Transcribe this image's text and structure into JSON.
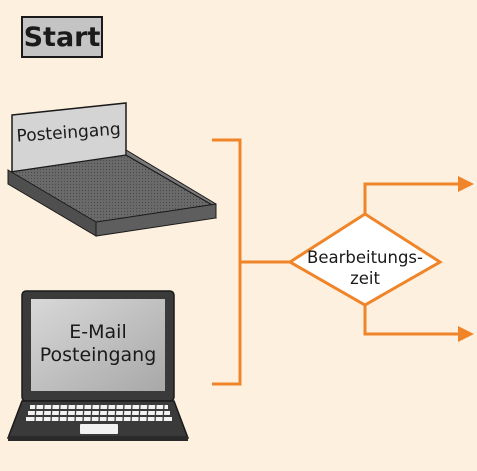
{
  "start": {
    "label": "Start"
  },
  "inbox_tray": {
    "label": "Posteingang",
    "icon": "inbox-tray-icon"
  },
  "laptop": {
    "line1": "E-Mail",
    "line2": "Posteingang",
    "icon": "laptop-icon"
  },
  "decision": {
    "line1": "Bearbeitungs-",
    "line2": "zeit"
  },
  "colors": {
    "background": "#fdf0de",
    "connector": "#ef8428",
    "gray_box": "#c4c4c4",
    "tray_dark": "#5a5a5a",
    "laptop_body": "#3a3a3a"
  }
}
